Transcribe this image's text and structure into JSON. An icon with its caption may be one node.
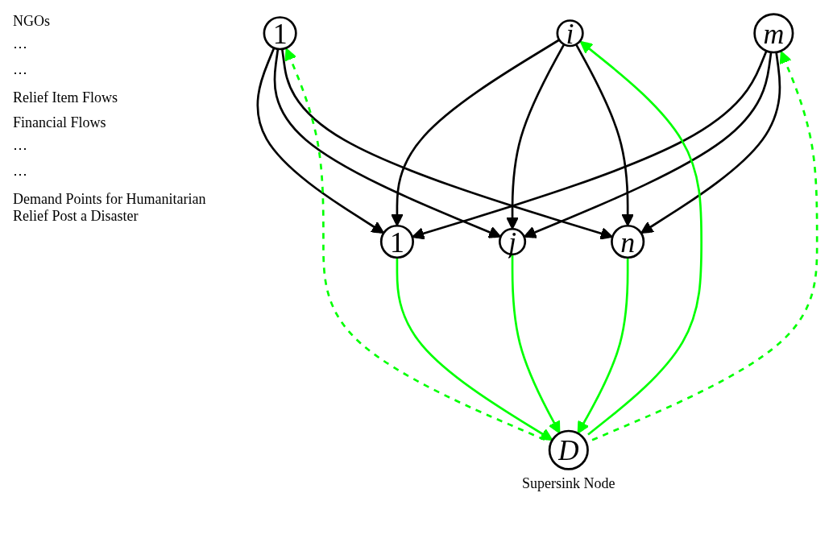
{
  "diagram": {
    "nodes": [
      {
        "text": [
          "1"
        ]
      },
      {
        "text": [
          "i"
        ]
      },
      {
        "text": [
          "m"
        ]
      },
      {
        "text": [
          "1"
        ]
      },
      {
        "text": [
          "j"
        ]
      },
      {
        "text": [
          "n"
        ]
      },
      {
        "text": [
          "D"
        ],
        "beside": [
          "Supersink Node"
        ]
      }
    ],
    "edges": [
      {
        "from": 0,
        "to": 3,
        "arrow": "to"
      },
      {
        "from": 0,
        "to": 4,
        "arrow": "to"
      },
      {
        "from": 0,
        "to": 5,
        "arrow": "to"
      },
      {
        "from": 1,
        "to": 3,
        "arrow": "to"
      },
      {
        "from": 1,
        "to": 4,
        "arrow": "to"
      },
      {
        "from": 1,
        "to": 5,
        "arrow": "to"
      },
      {
        "from": 2,
        "to": 3,
        "arrow": "to"
      },
      {
        "from": 2,
        "to": 4,
        "arrow": "to"
      },
      {
        "from": 2,
        "to": 5,
        "arrow": "to"
      },
      {
        "from": 3,
        "to": 6,
        "arrow": "to",
        "color": "#00ff00"
      },
      {
        "from": 4,
        "to": 6,
        "arrow": "to",
        "color": "#00ff00"
      },
      {
        "from": 5,
        "to": 6,
        "arrow": "to",
        "color": "#00ff00"
      },
      {
        "from": 6,
        "to": 1,
        "arrow": "to",
        "color": "#00ff00"
      },
      {
        "from": 6,
        "to": 0,
        "arrow": "to",
        "style": "dashed",
        "color": "#00ff00"
      },
      {
        "from": 6,
        "to": 2,
        "arrow": "to",
        "style": "dashed",
        "color": "#00ff00"
      }
    ],
    "labels": [
      "NGOs",
      "⋯",
      "⋯",
      "Relief Item Flows",
      "Financial Flows",
      "⋯",
      "⋯",
      "Demand Points for Humanitarian Relief Post a Disaster"
    ]
  }
}
